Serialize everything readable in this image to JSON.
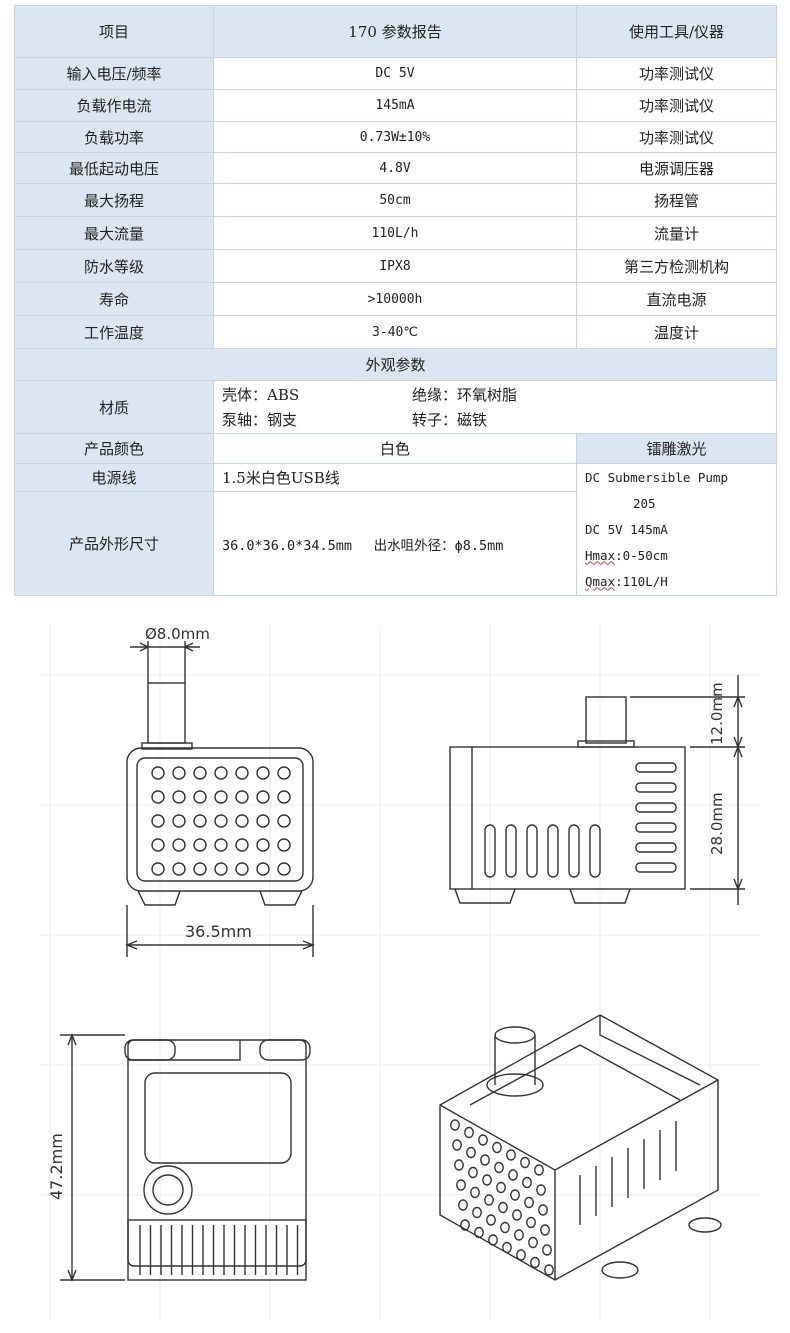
{
  "table": {
    "header": {
      "item": "项目",
      "report": "170 参数报告",
      "tool": "使用工具/仪器"
    },
    "rows": [
      {
        "label": "输入电压/频率",
        "value": "DC 5V",
        "tool": "功率测试仪"
      },
      {
        "label": "负载作电流",
        "value": "145mA",
        "tool": "功率测试仪"
      },
      {
        "label": "负载功率",
        "value": "0.73W±10%",
        "tool": "功率测试仪"
      },
      {
        "label": "最低起动电压",
        "value": "4.8V",
        "tool": "电源调压器"
      },
      {
        "label": "最大扬程",
        "value": "50cm",
        "tool": "扬程管"
      },
      {
        "label": "最大流量",
        "value": "110L/h",
        "tool": "流量计"
      },
      {
        "label": "防水等级",
        "value": "IPX8",
        "tool": "第三方检测机构"
      },
      {
        "label": "寿命",
        "value": ">10000h",
        "tool": "直流电源"
      },
      {
        "label": "工作温度",
        "value": "3-40℃",
        "tool": "温度计"
      }
    ],
    "appearance_title": "外观参数",
    "material": {
      "label": "材质",
      "shell": "壳体：ABS",
      "insulation": "绝缘：环氧树脂",
      "shaft": "泵轴：钢支",
      "rotor": "转子：磁铁"
    },
    "color": {
      "label": "产品颜色",
      "value": "白色",
      "laser_label": "镭雕激光"
    },
    "cable": {
      "label": "电源线",
      "value": "1.5米白色USB线"
    },
    "size": {
      "label": "产品外形尺寸",
      "value": "36.0*36.0*34.5mm　 出水咀外径：ϕ8.5mm"
    },
    "laser_text": {
      "line1": "DC Submersible Pump",
      "line2": "205",
      "line3": "DC 5V 145mA",
      "hmax_key": "Hmax",
      "hmax_val": ":0-50cm",
      "qmax_key": "Qmax",
      "qmax_val": ":110L/H"
    }
  },
  "drawing": {
    "outlet_diameter": "Ø8.0mm",
    "width": "36.5mm",
    "outlet_height": "12.0mm",
    "body_height": "28.0mm",
    "total_height": "47.2mm"
  }
}
